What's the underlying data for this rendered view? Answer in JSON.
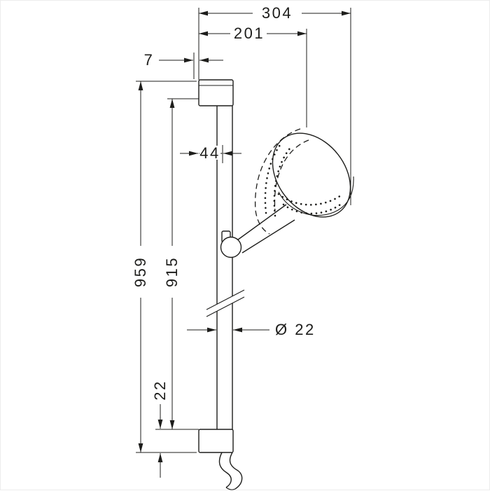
{
  "page": {
    "background_color": "#ffffff",
    "line_color": "#1d1d1b"
  },
  "diagram": {
    "dimensions": {
      "overall_depth": "304",
      "head_depth": "201",
      "bracket_depth": "7",
      "rail_axis_offset": "44",
      "overall_height": "959",
      "rail_length": "915",
      "rail_diameter": "Ø 22",
      "bottom_bracket_offset": "22"
    }
  }
}
